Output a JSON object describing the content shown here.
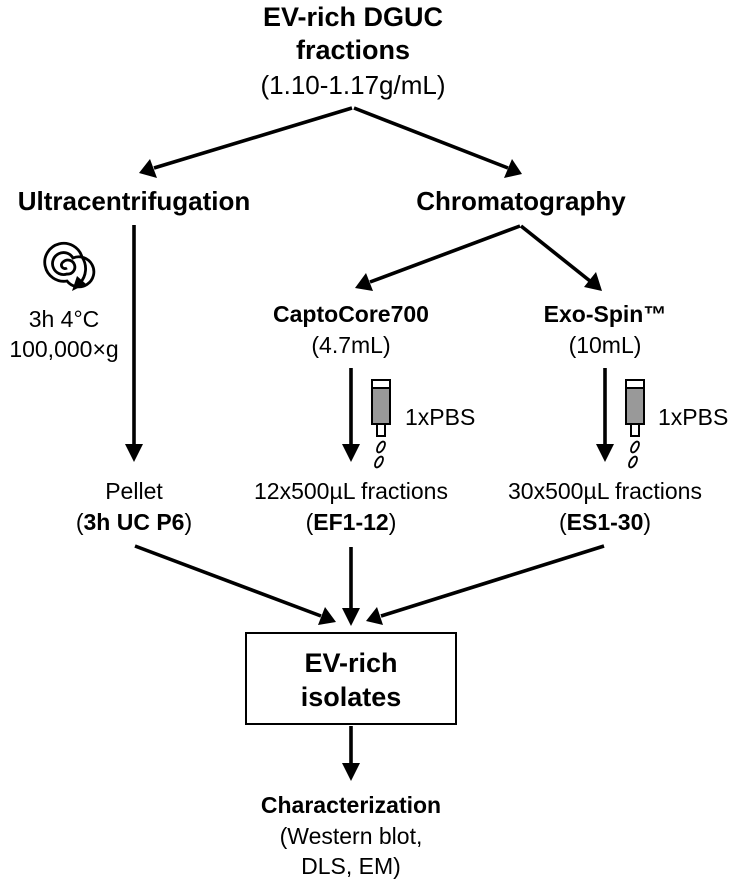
{
  "source": {
    "title_line1": "EV-rich DGUC",
    "title_line2": "fractions",
    "density": "(1.10-1.17g/mL)"
  },
  "ultracentrifugation": {
    "title": "Ultracentrifugation",
    "condition_line1": "3h 4°C",
    "condition_line2": "100,000×g",
    "result_line1": "Pellet",
    "result_open": "(",
    "result_code": "3h UC P6",
    "result_close": ")",
    "icon": "spin-icon"
  },
  "chromatography": {
    "title": "Chromatography",
    "columns": [
      {
        "name": "CaptoCore700",
        "volume": "(4.7mL)",
        "buffer": "1xPBS",
        "result_line1": "12x500µL fractions",
        "result_open": "(",
        "result_code": "EF1-12",
        "result_close": ")",
        "icon": "column-icon"
      },
      {
        "name": "Exo-Spin™",
        "volume": "(10mL)",
        "buffer": "1xPBS",
        "result_line1": "30x500µL fractions",
        "result_open": "(",
        "result_code": "ES1-30",
        "result_close": ")",
        "icon": "column-icon"
      }
    ]
  },
  "isolates": {
    "line1": "EV-rich",
    "line2": "isolates"
  },
  "characterization": {
    "title": "Characterization",
    "line1": "(Western blot,",
    "line2": "DLS, EM)"
  }
}
